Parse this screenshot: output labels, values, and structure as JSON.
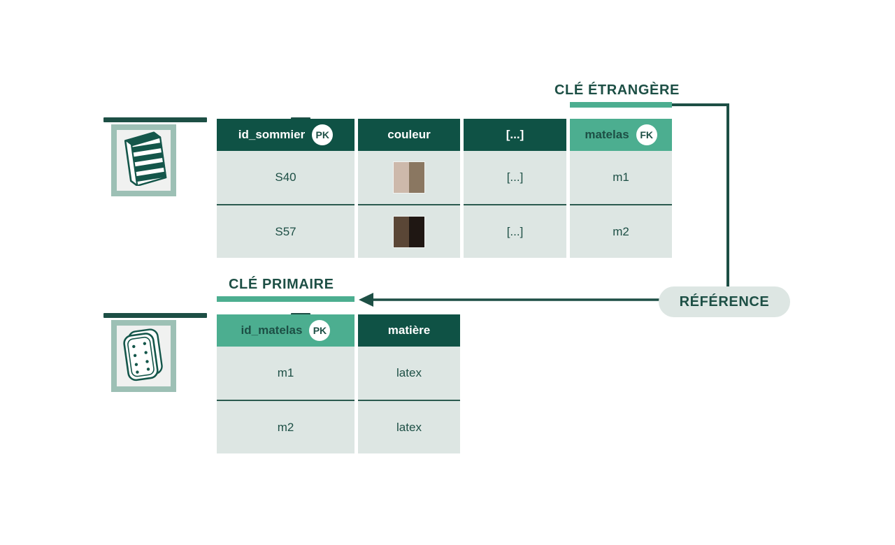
{
  "diagram": {
    "title_foreign_key": "CLÉ ÉTRANGÈRE",
    "title_primary_key": "CLÉ PRIMAIRE",
    "reference_badge": "RÉFÉRENCE",
    "accent_green": "#4cae90",
    "dark_green": "#0f5245",
    "deep_green": "#1d4f45",
    "cell_bg": "#dde6e3",
    "frame_green": "#9dc0b5"
  },
  "entities": [
    {
      "name": "Sommier",
      "icon": "bed-base-icon",
      "table": {
        "columns": [
          {
            "header": "id_sommier",
            "key_badge": "PK",
            "accent": false,
            "cells": [
              "S40",
              "S57"
            ]
          },
          {
            "header": "couleur",
            "key_badge": "",
            "accent": false,
            "cells": [
              "",
              ""
            ],
            "swatches": [
              {
                "left": "#cdb9ab",
                "right": "#8a7761"
              },
              {
                "left": "#5a4636",
                "right": "#1f1713"
              }
            ]
          },
          {
            "header": "[...]",
            "key_badge": "",
            "accent": false,
            "cells": [
              "[...]",
              "[...]"
            ]
          },
          {
            "header": "matelas",
            "key_badge": "FK",
            "accent": true,
            "cells": [
              "m1",
              "m2"
            ]
          }
        ]
      }
    },
    {
      "name": "Matelas",
      "icon": "mattress-icon",
      "table": {
        "columns": [
          {
            "header": "id_matelas",
            "key_badge": "PK",
            "accent": true,
            "cells": [
              "m1",
              "m2"
            ]
          },
          {
            "header": "matière",
            "key_badge": "",
            "accent": false,
            "cells": [
              "latex",
              "latex"
            ]
          }
        ]
      }
    }
  ]
}
